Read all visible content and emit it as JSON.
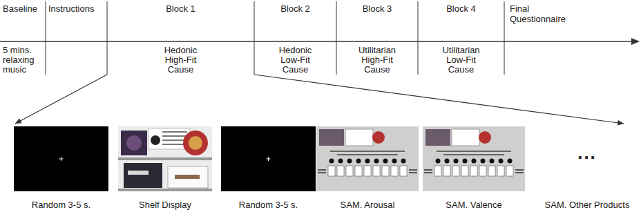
{
  "diagram": {
    "nodes": [
      {
        "text": [
          "Baseline",
          "5 mins. relaxing music"
        ]
      },
      {
        "text": [
          "Instructions"
        ]
      },
      {
        "text": [
          "Block 1",
          "Hedonic High-Fit Cause"
        ]
      },
      {
        "text": [
          "Block 2",
          "Hedonic Low-Fit Cause"
        ]
      },
      {
        "text": [
          "Block 3",
          "Utilitarian High-Fit Cause"
        ]
      },
      {
        "text": [
          "Block 4",
          "Utilitarian Low-Fit Cause"
        ]
      },
      {
        "text": [
          "Final Questionnaire"
        ]
      },
      {
        "text": [
          "Random 3-5 s."
        ]
      },
      {
        "text": [
          "Shelf Display"
        ]
      },
      {
        "text": [
          "Random 3-5 s."
        ]
      },
      {
        "text": [
          "SAM. Arousal"
        ]
      },
      {
        "text": [
          "SAM. Valence"
        ]
      }
    ],
    "labels": [
      "...",
      "SAM. Other Products"
    ]
  }
}
